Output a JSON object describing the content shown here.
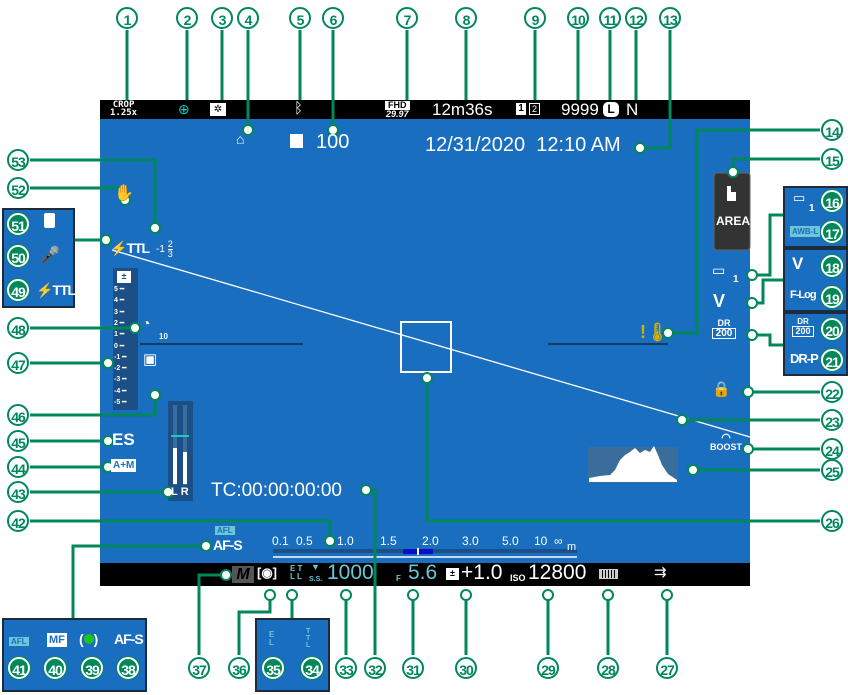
{
  "callouts": [
    "1",
    "2",
    "3",
    "4",
    "5",
    "6",
    "7",
    "8",
    "9",
    "10",
    "11",
    "12",
    "13",
    "14",
    "15",
    "16",
    "17",
    "18",
    "19",
    "20",
    "21",
    "22",
    "23",
    "24",
    "25",
    "26",
    "27",
    "28",
    "29",
    "30",
    "31",
    "32",
    "33",
    "34",
    "35",
    "36",
    "37",
    "38",
    "39",
    "40",
    "41",
    "42",
    "43",
    "44",
    "45",
    "46",
    "47",
    "48",
    "49",
    "50",
    "51",
    "52",
    "53"
  ],
  "top_bar": {
    "crop_label": "CROP",
    "crop_value": "1.25x",
    "movie_format": "FHD",
    "frame_rate": "29.97",
    "record_time": "12m36s",
    "card_slot_primary": "1",
    "card_slot_secondary": "2",
    "frames_remaining": "9999",
    "image_size": "L",
    "image_quality": "N"
  },
  "screen": {
    "transfer_count": "100",
    "datetime": "12/31/2020  12:10 AM",
    "touch_mode": "AREA",
    "wb_value": "1",
    "dr_label": "DR",
    "dr_value": "200",
    "boost_label": "BOOST",
    "flash_mode": "TTL",
    "flash_comp_whole": "-1",
    "flash_comp_num": "2",
    "flash_comp_den": "3",
    "exposure_scale": [
      "5",
      "4",
      "3",
      "2",
      "1",
      "0",
      "-1",
      "-2",
      "-3",
      "-4",
      "-5"
    ],
    "self_timer": "10",
    "shutter_type": "ES",
    "dual_is_mode": "A+M",
    "audio_left": "L",
    "audio_right": "R",
    "timecode": "TC:00:00:00:00",
    "focus_lock": "AFL",
    "focus_mode": "AF-S",
    "distance_scale": [
      "0.1",
      "0.5",
      "1.0",
      "1.5",
      "2.0",
      "3.0",
      "5.0",
      "10",
      "∞"
    ],
    "distance_unit": "m"
  },
  "bottom_bar": {
    "exposure_mode": "M",
    "shutter_speed_label": "S.S.",
    "shutter_speed": "1000",
    "aperture_label": "F",
    "aperture": "5.6",
    "exposure_comp": "+1.0",
    "iso_label": "ISO",
    "iso": "12800"
  },
  "insets": {
    "left": {
      "flash_label": "TTL"
    },
    "right": {
      "wb_value": "1",
      "wb_auto": "AWB-L",
      "film_sim": "V",
      "flog": "F-Log",
      "dr_label": "DR",
      "dr_value": "200",
      "dr_priority": "DR-P"
    },
    "bottom_left": {
      "afl": "AFL",
      "mf": "MF",
      "afs": "AF-S"
    },
    "bottom_mid": {
      "ae_lock": "E L",
      "ttl_lock": "T T L"
    }
  },
  "colors": {
    "screen": "#1a6ebf",
    "callout": "#00875a",
    "value_teal": "#6cc6d6",
    "warning": "#d4b000",
    "bars": "#000000"
  }
}
